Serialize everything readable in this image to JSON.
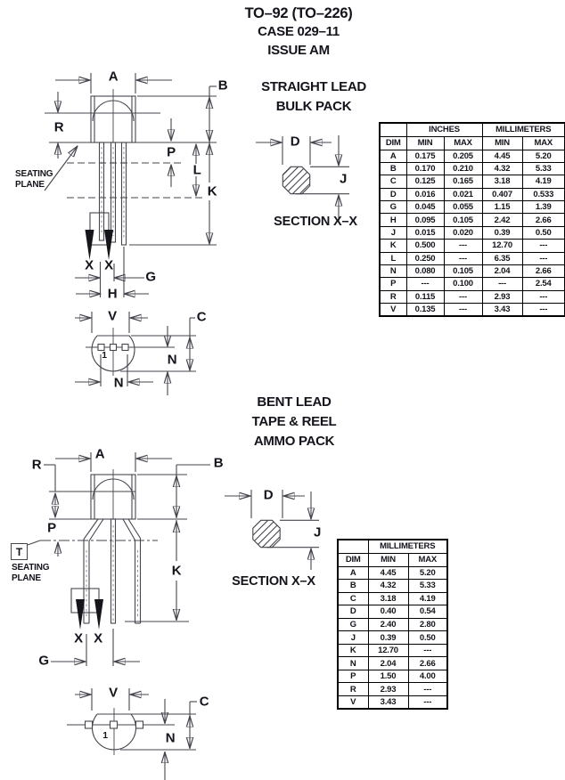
{
  "header": {
    "title": "TO–92 (TO–226)",
    "case_line": "CASE 029–11",
    "issue_line": "ISSUE AM"
  },
  "pack1": {
    "line1": "STRAIGHT LEAD",
    "line2": "BULK PACK"
  },
  "pack2": {
    "line1": "BENT LEAD",
    "line2": "TAPE & REEL",
    "line3": "AMMO PACK"
  },
  "section_label": "SECTION X–X",
  "seating_plane": {
    "line1": "SEATING",
    "line2": "PLANE"
  },
  "datum_t": "T",
  "pin1": "1",
  "dims": {
    "a": "A",
    "b": "B",
    "c": "C",
    "d": "D",
    "g": "G",
    "h": "H",
    "j": "J",
    "k": "K",
    "l": "L",
    "n": "N",
    "p": "P",
    "r": "R",
    "v": "V",
    "x": "X"
  },
  "table1": {
    "group_inches": "INCHES",
    "group_mm": "MILLIMETERS",
    "col_dim": "DIM",
    "col_min": "MIN",
    "col_max": "MAX",
    "rows": [
      {
        "dim": "A",
        "in_min": "0.175",
        "in_max": "0.205",
        "mm_min": "4.45",
        "mm_max": "5.20"
      },
      {
        "dim": "B",
        "in_min": "0.170",
        "in_max": "0.210",
        "mm_min": "4.32",
        "mm_max": "5.33"
      },
      {
        "dim": "C",
        "in_min": "0.125",
        "in_max": "0.165",
        "mm_min": "3.18",
        "mm_max": "4.19"
      },
      {
        "dim": "D",
        "in_min": "0.016",
        "in_max": "0.021",
        "mm_min": "0.407",
        "mm_max": "0.533"
      },
      {
        "dim": "G",
        "in_min": "0.045",
        "in_max": "0.055",
        "mm_min": "1.15",
        "mm_max": "1.39"
      },
      {
        "dim": "H",
        "in_min": "0.095",
        "in_max": "0.105",
        "mm_min": "2.42",
        "mm_max": "2.66"
      },
      {
        "dim": "J",
        "in_min": "0.015",
        "in_max": "0.020",
        "mm_min": "0.39",
        "mm_max": "0.50"
      },
      {
        "dim": "K",
        "in_min": "0.500",
        "in_max": "---",
        "mm_min": "12.70",
        "mm_max": "---"
      },
      {
        "dim": "L",
        "in_min": "0.250",
        "in_max": "---",
        "mm_min": "6.35",
        "mm_max": "---"
      },
      {
        "dim": "N",
        "in_min": "0.080",
        "in_max": "0.105",
        "mm_min": "2.04",
        "mm_max": "2.66"
      },
      {
        "dim": "P",
        "in_min": "---",
        "in_max": "0.100",
        "mm_min": "---",
        "mm_max": "2.54"
      },
      {
        "dim": "R",
        "in_min": "0.115",
        "in_max": "---",
        "mm_min": "2.93",
        "mm_max": "---"
      },
      {
        "dim": "V",
        "in_min": "0.135",
        "in_max": "---",
        "mm_min": "3.43",
        "mm_max": "---"
      }
    ]
  },
  "table2": {
    "group_mm": "MILLIMETERS",
    "col_dim": "DIM",
    "col_min": "MIN",
    "col_max": "MAX",
    "rows": [
      {
        "dim": "A",
        "min": "4.45",
        "max": "5.20"
      },
      {
        "dim": "B",
        "min": "4.32",
        "max": "5.33"
      },
      {
        "dim": "C",
        "min": "3.18",
        "max": "4.19"
      },
      {
        "dim": "D",
        "min": "0.40",
        "max": "0.54"
      },
      {
        "dim": "G",
        "min": "2.40",
        "max": "2.80"
      },
      {
        "dim": "J",
        "min": "0.39",
        "max": "0.50"
      },
      {
        "dim": "K",
        "min": "12.70",
        "max": "---"
      },
      {
        "dim": "N",
        "min": "2.04",
        "max": "2.66"
      },
      {
        "dim": "P",
        "min": "1.50",
        "max": "4.00"
      },
      {
        "dim": "R",
        "min": "2.93",
        "max": "---"
      },
      {
        "dim": "V",
        "min": "3.43",
        "max": "---"
      }
    ]
  }
}
